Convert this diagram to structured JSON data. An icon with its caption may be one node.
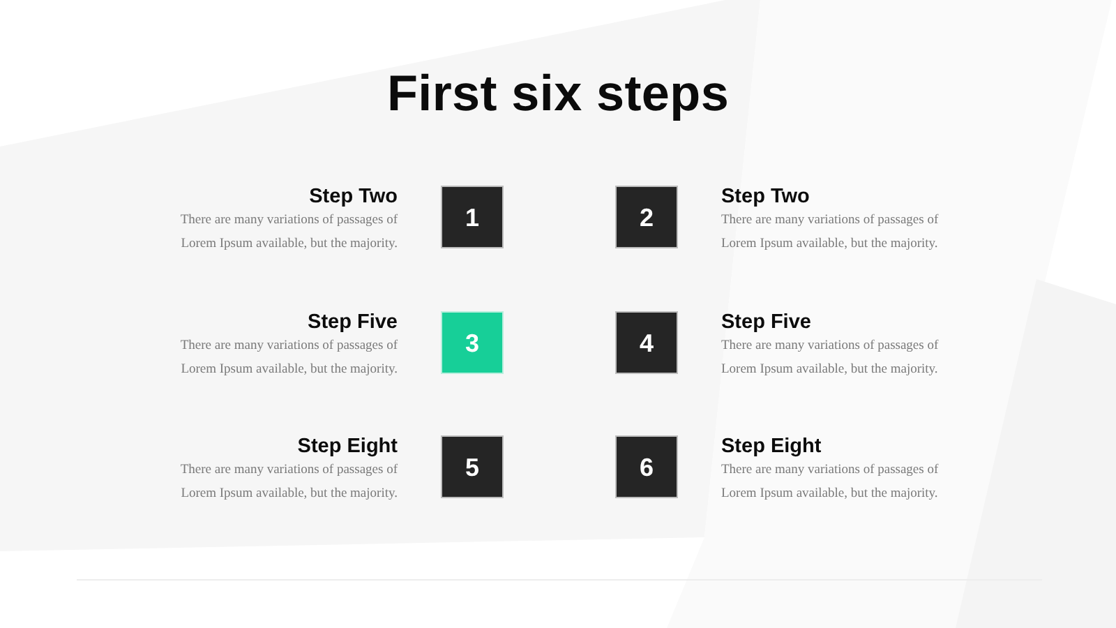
{
  "diagram": {
    "title": "First six steps",
    "nodes": [
      {
        "text": [
          "1"
        ],
        "beside": [
          "Step Two",
          "There are many variations of passages of Lorem Ipsum available, but the majority."
        ]
      },
      {
        "text": [
          "2"
        ],
        "beside": [
          "Step Two",
          "There are many variations of passages of Lorem Ipsum available, but the majority."
        ]
      },
      {
        "text": [
          "3"
        ],
        "beside": [
          "Step Five",
          "There are many variations of passages of Lorem Ipsum available, but the majority."
        ]
      },
      {
        "text": [
          "4"
        ],
        "beside": [
          "Step Five",
          "There are many variations of passages of Lorem Ipsum available, but the majority."
        ]
      },
      {
        "text": [
          "5"
        ],
        "beside": [
          "Step Eight",
          "There are many variations of passages of Lorem Ipsum available, but the majority."
        ]
      },
      {
        "text": [
          "6"
        ],
        "beside": [
          "Step Eight",
          "There are many variations of passages of Lorem Ipsum available, but the majority."
        ]
      }
    ]
  }
}
